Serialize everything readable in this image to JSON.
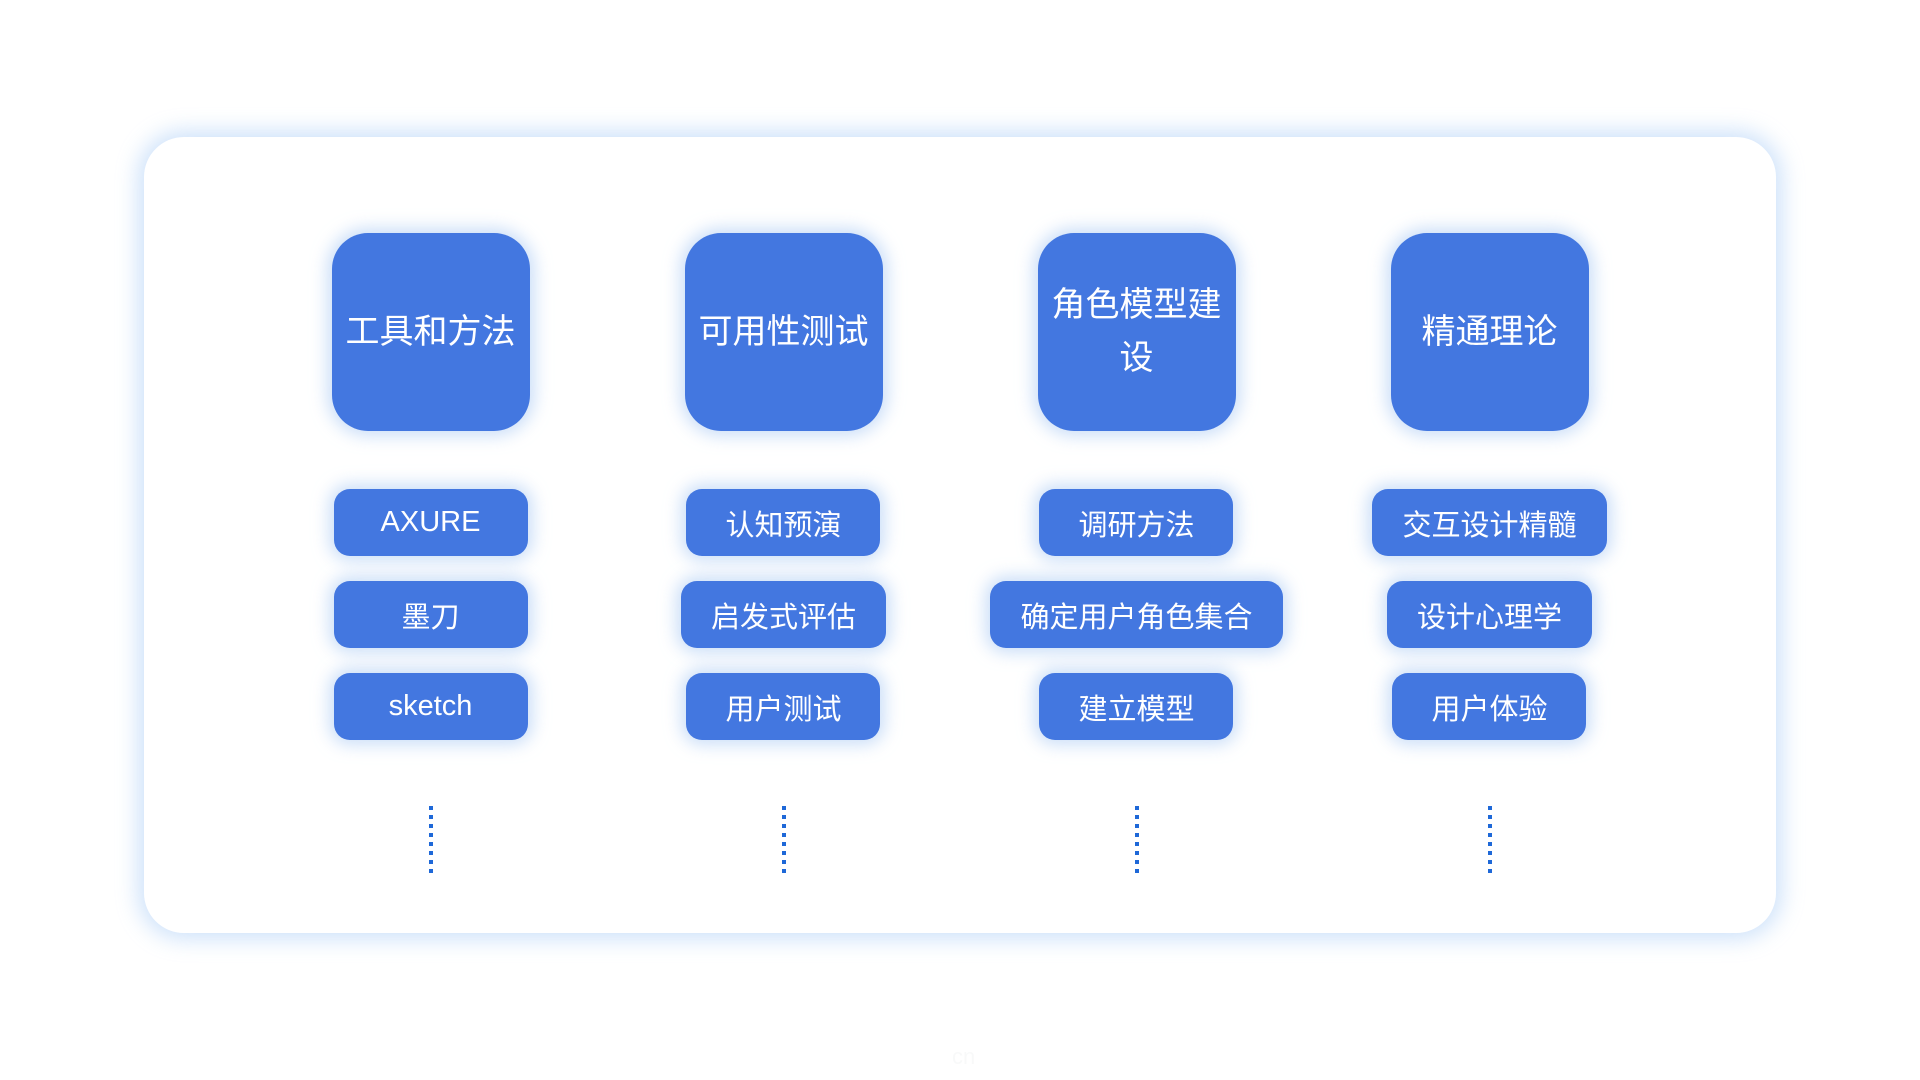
{
  "colors": {
    "node_blue": "#4377E0",
    "dot_blue": "#1E68D8",
    "glow_blue": "#BED8F8",
    "node_text": "#FFFFFF",
    "background": "#FFFFFF"
  },
  "columns": [
    {
      "header": "工具和方法",
      "items": [
        "AXURE",
        "墨刀",
        "sketch"
      ]
    },
    {
      "header": "可用性测试",
      "items": [
        "认知预演",
        "启发式评估",
        "用户测试"
      ]
    },
    {
      "header": "角色模型建设",
      "items": [
        "调研方法",
        "确定用户角色集合",
        "建立模型"
      ]
    },
    {
      "header": "精通理论",
      "items": [
        "交互设计精髓",
        "设计心理学",
        "用户体验"
      ]
    }
  ],
  "watermark": "cn"
}
